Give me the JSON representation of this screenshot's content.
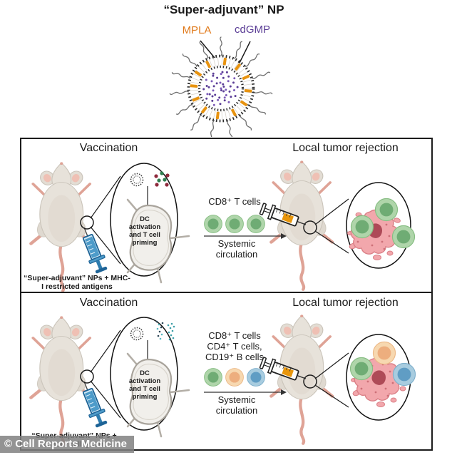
{
  "top": {
    "title": "“Super-adjuvant” NP",
    "mpla_label": "MPLA",
    "cdgmp_label": "cdGMP"
  },
  "panels": [
    {
      "vaccination_title": "Vaccination",
      "rejection_title": "Local tumor rejection",
      "lymph_node_text": "DC\nactivation\nand T cell\npriming",
      "cells_label": "CD8⁺ T cells",
      "arrow_label": "Systemic\ncirculation",
      "caption": "“Super-adjuvant” NPs + MHC-\nI restricted antigens"
    },
    {
      "vaccination_title": "Vaccination",
      "rejection_title": "Local tumor rejection",
      "lymph_node_text": "DC\nactivation\nand T cell\npriming",
      "cells_label": "CD8⁺ T cells\nCD4⁺ T cells,\nCD19⁺ B cells",
      "arrow_label": "Systemic\ncirculation",
      "caption": "“Super-adjuvant” NPs +\ncancer cell lysate"
    }
  ],
  "watermark": "© Cell Reports Medicine",
  "colors": {
    "mpla": "#E07818",
    "cdgmp": "#5B3E96",
    "cd8_t_cell": "#6FAC74",
    "cd4_t_cell": "#EDAE7E",
    "cd19_b_cell": "#609DC4",
    "tumor": "#F2A7AC",
    "mouse_body": "#E7E2DA",
    "syringe_blue": "#4D9BC9",
    "syringe_fluid_orange": "#E8960C"
  }
}
